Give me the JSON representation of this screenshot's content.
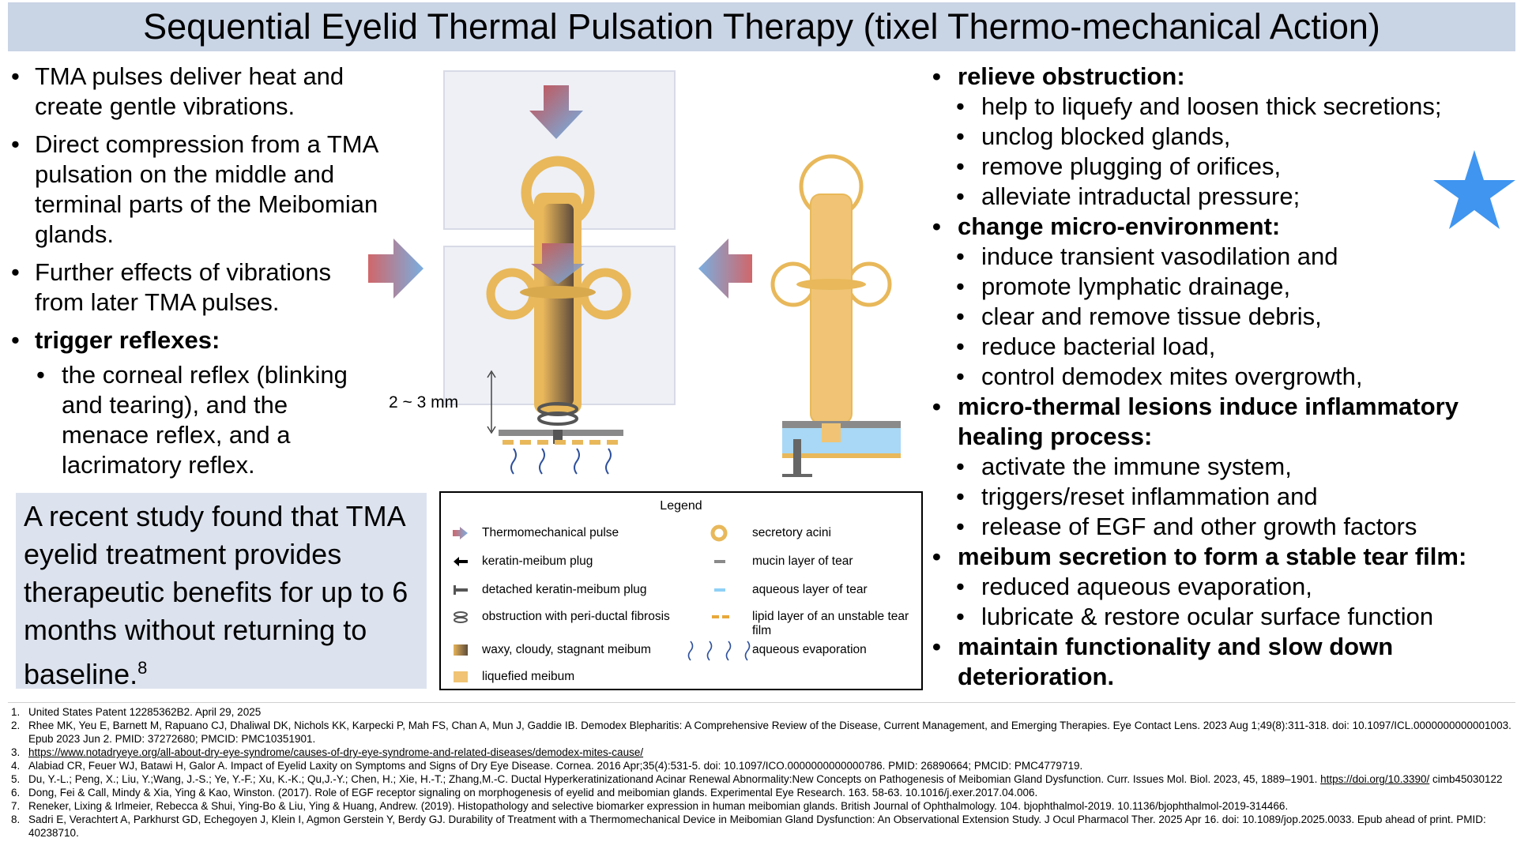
{
  "title": "Sequential Eyelid Thermal Pulsation Therapy (tixel Thermo-mechanical Action)",
  "left_bullets": [
    "TMA pulses deliver heat and create gentle vibrations.",
    "Direct compression from a TMA pulsation on the middle and terminal parts of the Meibomian glands.",
    "Further effects of vibrations from later TMA pulses."
  ],
  "reflexes": {
    "heading": "trigger reflexes:",
    "items": [
      "the corneal reflex (blinking and tearing), and the menace reflex, and a lacrimatory reflex."
    ]
  },
  "study": {
    "text": "A recent study found that TMA eyelid treatment provides therapeutic benefits for up to 6 months without returning to baseline.",
    "ref": "8"
  },
  "diagram": {
    "distance_label": "2 ~ 3 mm"
  },
  "legend": {
    "title": "Legend",
    "items": [
      {
        "icon": "pulse-arrow-icon",
        "label": "Thermomechanical pulse"
      },
      {
        "icon": "keratin-plug-icon",
        "label": "keratin-meibum plug"
      },
      {
        "icon": "detached-plug-icon",
        "label": "detached keratin-meibum plug"
      },
      {
        "icon": "fibrosis-icon",
        "label": "obstruction with peri-ductal fibrosis"
      },
      {
        "icon": "stagnant-meibum-icon",
        "label": "waxy, cloudy, stagnant meibum"
      },
      {
        "icon": "liquefied-meibum-icon",
        "label": "liquefied meibum"
      },
      {
        "icon": "acini-icon",
        "label": "secretory acini"
      },
      {
        "icon": "mucin-icon",
        "label": "mucin layer of tear"
      },
      {
        "icon": "aqueous-icon",
        "label": "aqueous layer of tear"
      },
      {
        "icon": "lipid-icon",
        "label": "lipid layer of an unstable tear film"
      },
      {
        "icon": "evaporation-icon",
        "label": "aqueous evaporation"
      }
    ]
  },
  "right_sections": [
    {
      "heading": "relieve obstruction:",
      "items": [
        "help to liquefy and loosen thick secretions;",
        "unclog blocked glands,",
        "remove plugging of orifices,",
        "alleviate intraductal pressure;"
      ]
    },
    {
      "heading": "change micro-environment:",
      "items": [
        "induce transient vasodilation and",
        "promote lymphatic drainage,",
        "clear and remove tissue debris,",
        "reduce bacterial load,",
        "control demodex mites overgrowth,"
      ]
    },
    {
      "heading": "micro-thermal lesions induce inflammatory healing process:",
      "items": [
        "activate the immune system,",
        "triggers/reset inflammation and",
        "release of EGF and other growth factors"
      ]
    },
    {
      "heading": "meibum secretion to form a stable tear film:",
      "items": [
        "reduced aqueous evaporation,",
        "lubricate & restore ocular surface function"
      ]
    },
    {
      "heading": "maintain functionality and slow down deterioration.",
      "items": []
    }
  ],
  "colors": {
    "title_bg": "#c9d4e5",
    "study_bg": "#dde3ee",
    "gland": "#e8b85a",
    "star": "#3f95f0",
    "aqueous": "#a8d8f5"
  },
  "references": [
    {
      "n": "1.",
      "text": "United States Patent 12285362B2. April 29, 2025"
    },
    {
      "n": "2.",
      "text": "Rhee MK, Yeu E, Barnett M, Rapuano CJ, Dhaliwal DK, Nichols KK, Karpecki P, Mah FS, Chan A, Mun J, Gaddie IB. Demodex Blepharitis: A Comprehensive Review of the Disease, Current Management, and Emerging Therapies. Eye Contact Lens. 2023 Aug 1;49(8):311-318. doi: 10.1097/ICL.0000000000001003. Epub 2023 Jun 2. PMID: 37272680; PMCID: PMC10351901."
    },
    {
      "n": "3.",
      "text": "https://www.notadryeye.org/all-about-dry-eye-syndrome/causes-of-dry-eye-syndrome-and-related-diseases/demodex-mites-cause/"
    },
    {
      "n": "4.",
      "text": "Alabiad CR, Feuer WJ, Batawi H, Galor A. Impact of Eyelid Laxity on Symptoms and Signs of Dry Eye Disease. Cornea. 2016 Apr;35(4):531-5. doi: 10.1097/ICO.0000000000000786. PMID: 26890664; PMCID: PMC4779719."
    },
    {
      "n": "5.",
      "text": "Du, Y.-L.; Peng, X.; Liu, Y.;Wang, J.-S.; Ye, Y.-F.; Xu, K.-K.; Qu,J.-Y.; Chen, H.; Xie, H.-T.; Zhang,M.-C. Ductal Hyperkeratinizationand Acinar Renewal Abnormality:New Concepts on Pathogenesis of Meibomian Gland Dysfunction. Curr. Issues Mol. Biol. 2023, 45, 1889–1901.",
      "link": "https://doi.org/10.3390/",
      "tail": " cimb45030122"
    },
    {
      "n": "6.",
      "text": "Dong, Fei & Call, Mindy & Xia, Ying & Kao, Winston. (2017). Role of EGF receptor signaling on morphogenesis of eyelid and meibomian glands. Experimental Eye Research. 163. 58-63. 10.1016/j.exer.2017.04.006."
    },
    {
      "n": "7.",
      "text": "Reneker, Lixing & Irlmeier, Rebecca & Shui, Ying-Bo & Liu, Ying & Huang, Andrew. (2019). Histopathology and selective biomarker expression in human meibomian glands. British Journal of Ophthalmology. 104. bjophthalmol-2019. 10.1136/bjophthalmol-2019-314466."
    },
    {
      "n": "8.",
      "text": "Sadri E, Verachtert A, Parkhurst GD, Echegoyen J, Klein I, Agmon Gerstein Y, Berdy GJ. Durability of Treatment with a Thermomechanical Device in Meibomian Gland Dysfunction: An Observational Extension Study. J Ocul Pharmacol Ther. 2025 Apr 16. doi: 10.1089/jop.2025.0033. Epub ahead of print. PMID: 40238710."
    }
  ]
}
